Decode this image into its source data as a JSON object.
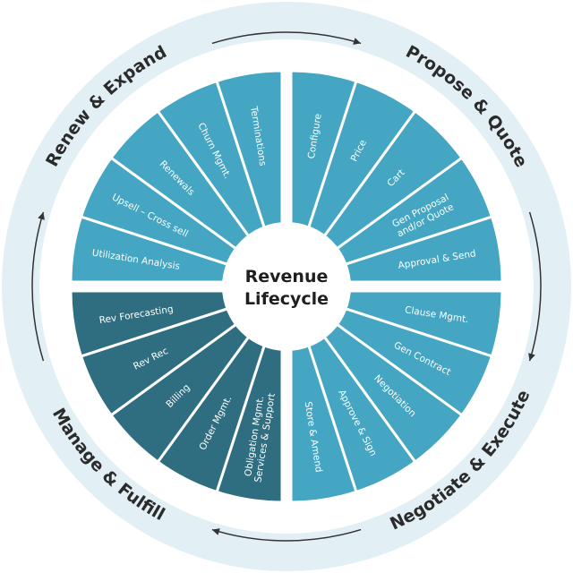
{
  "center": {
    "line1": "Revenue",
    "line2": "Lifecycle"
  },
  "colors": {
    "ring": "#e2eff5",
    "light_segment": "#44a6c3",
    "dark_segment": "#2f6e80",
    "arrow": "#333333",
    "text_dark": "#2b2b2b"
  },
  "stages": [
    {
      "name": "Propose & Quote",
      "segments": [
        [
          "Configure"
        ],
        [
          "Price"
        ],
        [
          "Cart"
        ],
        [
          "Gen Proposal",
          "and/or Quote"
        ],
        [
          "Approval & Send"
        ]
      ],
      "shade": "light"
    },
    {
      "name": "Negotiate & Execute",
      "segments": [
        [
          "Clause Mgmt."
        ],
        [
          "Gen Contract"
        ],
        [
          "Negotiation"
        ],
        [
          "Approve & Sign"
        ],
        [
          "Store & Amend"
        ]
      ],
      "shade": "light"
    },
    {
      "name": "Manage & Fulfill",
      "segments": [
        [
          "Obligation Mgmt.",
          "Services & Support"
        ],
        [
          "Order Mgmt."
        ],
        [
          "Billing"
        ],
        [
          "Rev Rec"
        ],
        [
          "Rev Forecasting"
        ]
      ],
      "shade": "dark"
    },
    {
      "name": "Renew & Expand",
      "segments": [
        [
          "Utilization Analysis"
        ],
        [
          "Upsell – Cross sell"
        ],
        [
          "Renewals"
        ],
        [
          "Churn Mgmt."
        ],
        [
          "Terminations"
        ]
      ],
      "shade": "light"
    }
  ]
}
